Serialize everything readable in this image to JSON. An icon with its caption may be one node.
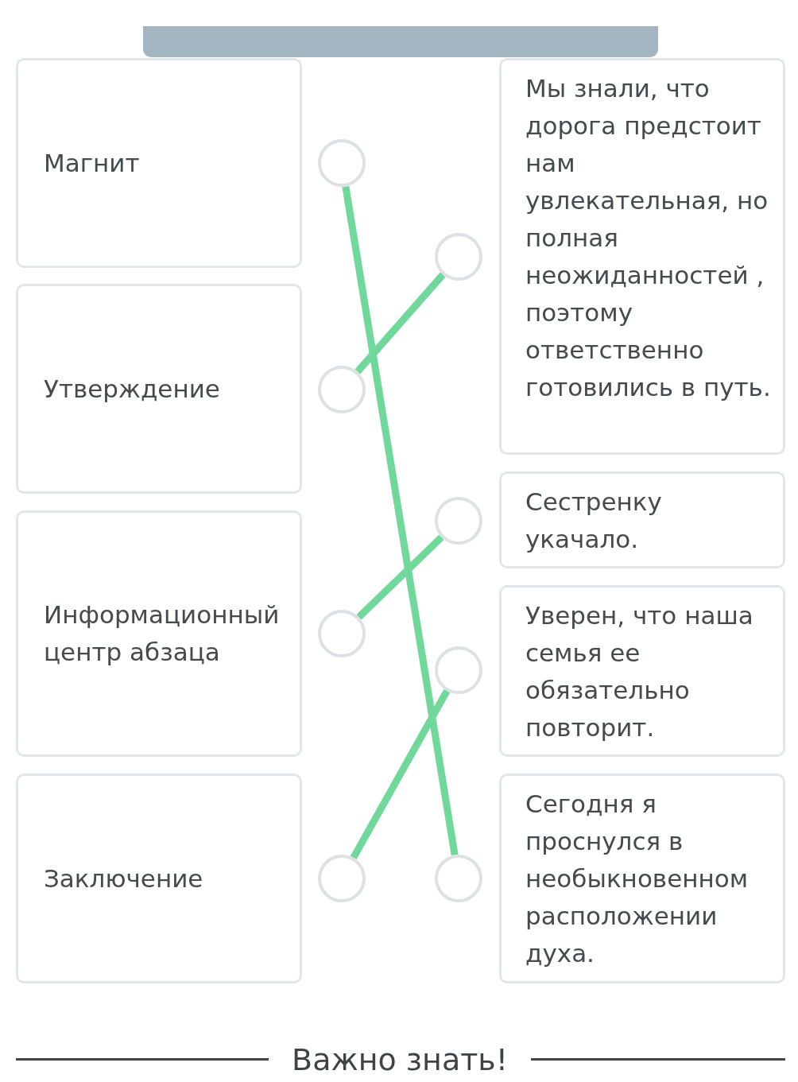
{
  "diagram": {
    "nodes": [
      {
        "text": [
          "Магнит"
        ]
      },
      {
        "text": [
          "Утверждение"
        ]
      },
      {
        "text": [
          "Информационный центр абзаца"
        ]
      },
      {
        "text": [
          "Заключение"
        ]
      },
      {
        "text": [
          "Мы знали, что дорога предстоит нам увлекательная, но полная неожиданностей , поэтому ответственно готовились в путь."
        ]
      },
      {
        "text": [
          "Сестренку укачало."
        ]
      },
      {
        "text": [
          "Уверен, что наша семья ее обязательно повторит."
        ]
      },
      {
        "text": [
          "Сегодня я проснулся в необыкновенном расположении духа."
        ]
      },
      {
        "text": [],
        "shape": "circle"
      },
      {
        "text": [],
        "shape": "circle"
      },
      {
        "text": [],
        "shape": "circle"
      },
      {
        "text": [],
        "shape": "circle"
      },
      {
        "text": [],
        "shape": "circle"
      },
      {
        "text": [],
        "shape": "circle"
      },
      {
        "text": [],
        "shape": "circle"
      },
      {
        "text": [],
        "shape": "circle"
      }
    ],
    "edges": [
      {
        "from": 8,
        "to": 15,
        "arrow": "none"
      },
      {
        "from": 9,
        "to": 12,
        "arrow": "none"
      },
      {
        "from": 10,
        "to": 13,
        "arrow": "none"
      },
      {
        "from": 11,
        "to": 14,
        "arrow": "none"
      }
    ],
    "labels": [
      "Важно знать!"
    ]
  }
}
